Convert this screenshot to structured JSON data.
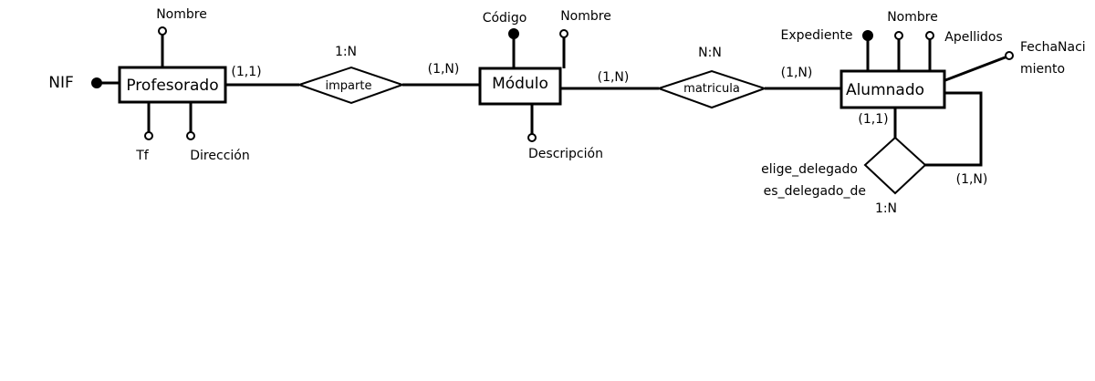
{
  "entities": {
    "profesorado": "Profesorado",
    "modulo": "Módulo",
    "alumnado": "Alumnado"
  },
  "relationships": {
    "imparte": "imparte",
    "matricula": "matricula",
    "delegado": "elige_delegado",
    "delegado_inverse": "es_delegado_de"
  },
  "attributes": {
    "profesorado_nombre": "Nombre",
    "profesorado_nif": "NIF",
    "profesorado_tf": "Tf",
    "profesorado_direccion": "Dirección",
    "modulo_codigo": "Código",
    "modulo_nombre": "Nombre",
    "modulo_descripcion": "Descripción",
    "alumnado_expediente": "Expediente",
    "alumnado_nombre": "Nombre",
    "alumnado_apellidos": "Apellidos",
    "alumnado_fecha_line1": "FechaNaci",
    "alumnado_fecha_line2": "miento"
  },
  "cardinalities": {
    "profesorado_imparte": "(1,1)",
    "imparte_ratio": "1:N",
    "imparte_modulo": "(1,N)",
    "modulo_matricula": "(1,N)",
    "matricula_ratio": "N:N",
    "matricula_alumnado": "(1,N)",
    "alumnado_delegado": "(1,1)",
    "delegado_loop": "(1,N)",
    "delegado_ratio": "1:N"
  }
}
